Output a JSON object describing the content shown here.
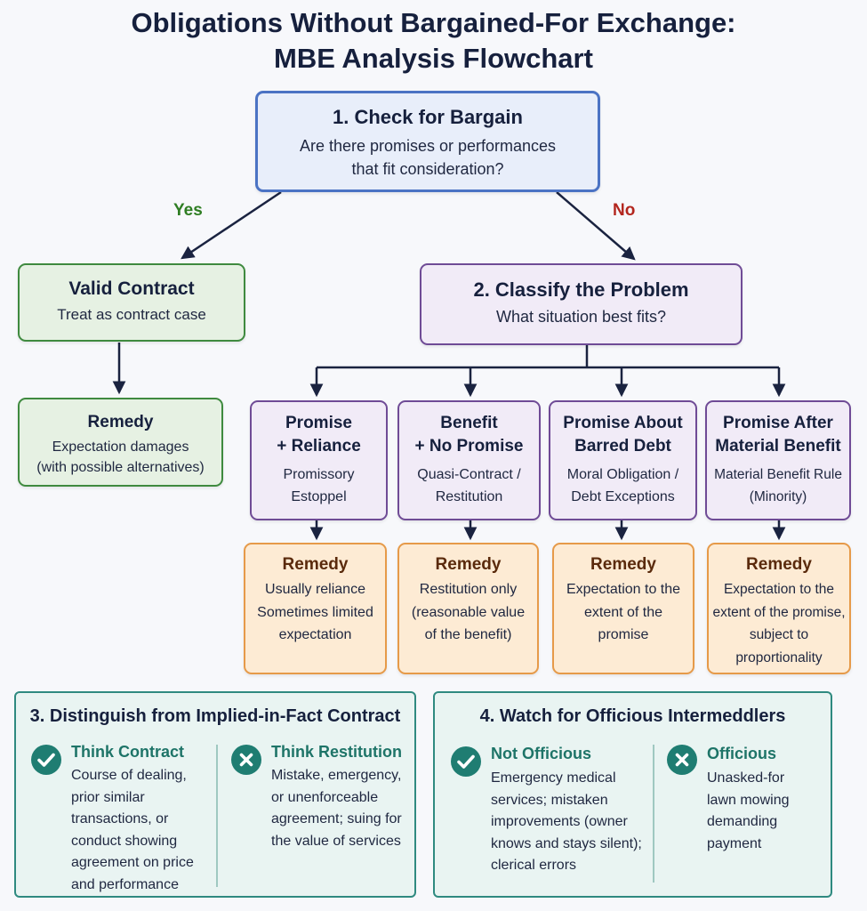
{
  "title": {
    "line1": "Obligations Without Bargained-For Exchange:",
    "line2": "MBE Analysis Flowchart"
  },
  "step1": {
    "heading": "1. Check for Bargain",
    "line1": "Are there promises or performances",
    "line2": "that fit consideration?"
  },
  "edges": {
    "yes_label": "Yes",
    "no_label": "No",
    "yes_color": "#2e7d22",
    "no_color": "#b3261e"
  },
  "valid_contract": {
    "heading": "Valid Contract",
    "text": "Treat as contract case"
  },
  "valid_remedy": {
    "heading": "Remedy",
    "line1": "Expectation damages",
    "line2": "(with possible alternatives)"
  },
  "step2": {
    "heading": "2. Classify the Problem",
    "text": "What situation best fits?"
  },
  "categories": [
    {
      "heading1": "Promise",
      "heading2": "+ Reliance",
      "line1": "Promissory",
      "line2": "Estoppel",
      "remedy_heading": "Remedy",
      "remedy1": "Usually reliance",
      "remedy2": "Sometimes limited",
      "remedy3": "expectation",
      "remedy4": ""
    },
    {
      "heading1": "Benefit",
      "heading2": "+ No Promise",
      "line1": "Quasi-Contract /",
      "line2": "Restitution",
      "remedy_heading": "Remedy",
      "remedy1": "Restitution only",
      "remedy2": "(reasonable value",
      "remedy3": "of the benefit)",
      "remedy4": ""
    },
    {
      "heading1": "Promise About",
      "heading2": "Barred Debt",
      "line1": "Moral Obligation /",
      "line2": "Debt Exceptions",
      "remedy_heading": "Remedy",
      "remedy1": "Expectation to the",
      "remedy2": "extent of the",
      "remedy3": "promise",
      "remedy4": ""
    },
    {
      "heading1": "Promise After",
      "heading2": "Material Benefit",
      "line1": "Material Benefit Rule",
      "line2": "(Minority)",
      "remedy_heading": "Remedy",
      "remedy1": "Expectation to the",
      "remedy2": "extent of the promise,",
      "remedy3": "subject to",
      "remedy4": "proportionality"
    }
  ],
  "panel3": {
    "title": "3. Distinguish from Implied-in-Fact Contract",
    "left_icon": "check-icon",
    "left_heading": "Think Contract",
    "left_lines": [
      "Course of dealing,",
      "prior similar",
      "transactions, or",
      "conduct showing",
      "agreement on price",
      "and performance"
    ],
    "right_icon": "x-icon",
    "right_heading": "Think Restitution",
    "right_lines": [
      "Mistake, emergency,",
      "or unenforceable",
      "agreement; suing for",
      "the value of services"
    ]
  },
  "panel4": {
    "title": "4. Watch for Officious Intermeddlers",
    "left_icon": "check-icon",
    "left_heading": "Not Officious",
    "left_lines": [
      "Emergency medical",
      "services; mistaken",
      "improvements (owner",
      "knows and stays silent);",
      "clerical errors"
    ],
    "right_icon": "x-icon",
    "right_heading": "Officious",
    "right_lines": [
      "Unasked-for",
      "lawn mowing",
      "demanding",
      "payment"
    ]
  }
}
